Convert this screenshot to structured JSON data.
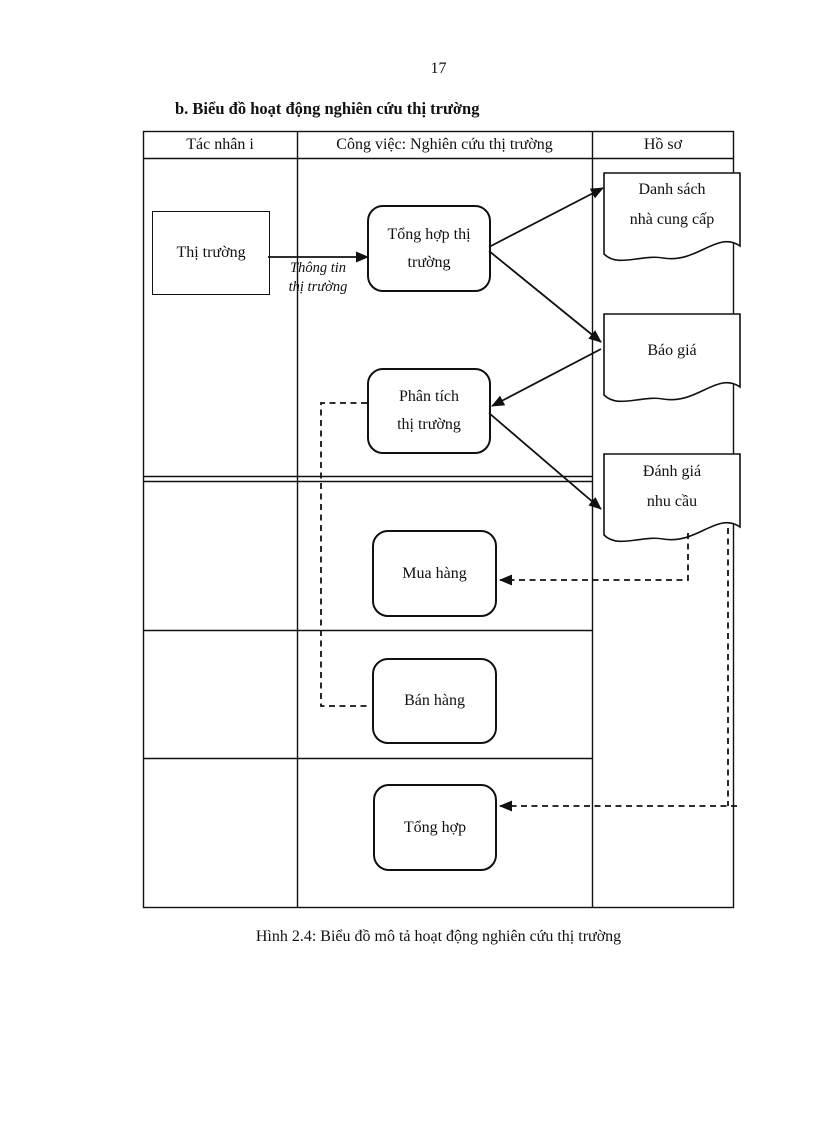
{
  "colors": {
    "ink": "#111111",
    "paper": "#ffffff"
  },
  "page": {
    "number": "17",
    "heading": "b. Biểu đồ hoạt động nghiên cứu thị trường",
    "caption": "Hình 2.4: Biểu đồ mô tả hoạt động nghiên cứu thị trường"
  },
  "table": {
    "headers": [
      "Tác nhân i",
      "Công việc: Nghiên cứu thị trường",
      "Hồ sơ"
    ]
  },
  "diagram": {
    "actor": {
      "label": "Thị trường"
    },
    "flow_label": {
      "line1": "Thông tin",
      "line2": "thị trường"
    },
    "activities": [
      {
        "id": "tong-hop-thi-truong",
        "line1": "Tổng hợp thị",
        "line2": "trường"
      },
      {
        "id": "phan-tich-thi-truong",
        "line1": "Phân tích",
        "line2": "thị trường"
      },
      {
        "id": "mua-hang",
        "line1": "Mua hàng"
      },
      {
        "id": "ban-hang",
        "line1": "Bán hàng"
      },
      {
        "id": "tong-hop",
        "line1": "Tổng hợp"
      }
    ],
    "documents": [
      {
        "id": "danh-sach-nha-cung-cap",
        "line1": "Danh sách",
        "line2": "nhà cung cấp"
      },
      {
        "id": "bao-gia",
        "line1": "Báo giá"
      },
      {
        "id": "danh-gia-nhu-cau",
        "line1": "Đánh giá",
        "line2": "nhu cầu"
      }
    ],
    "flows": [
      {
        "from": "thi-truong",
        "to": "tong-hop-thi-truong",
        "style": "solid",
        "label": "Thông tin thị trường"
      },
      {
        "from": "tong-hop-thi-truong",
        "to": "danh-sach-nha-cung-cap",
        "style": "solid"
      },
      {
        "from": "tong-hop-thi-truong",
        "to": "bao-gia",
        "style": "solid"
      },
      {
        "from": "bao-gia",
        "to": "phan-tich-thi-truong",
        "style": "solid"
      },
      {
        "from": "phan-tich-thi-truong",
        "to": "danh-gia-nhu-cau",
        "style": "solid"
      },
      {
        "from": "phan-tich-thi-truong",
        "to": "ban-hang",
        "style": "dashed"
      },
      {
        "from": "danh-gia-nhu-cau",
        "to": "mua-hang",
        "style": "dashed"
      },
      {
        "from": "danh-gia-nhu-cau",
        "to": "tong-hop",
        "style": "dashed"
      }
    ]
  }
}
